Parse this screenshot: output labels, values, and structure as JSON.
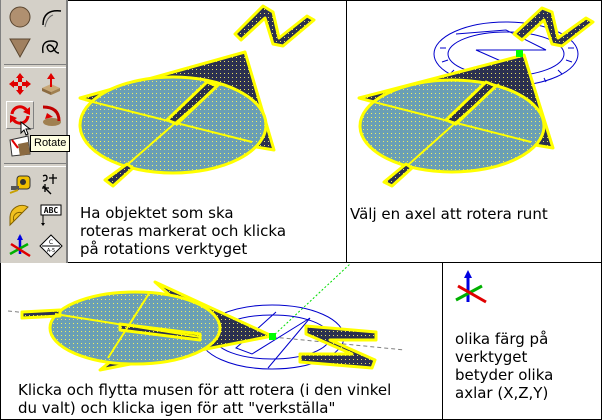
{
  "toolbar": {
    "tools": [
      {
        "name": "circle",
        "icon": "circle-icon"
      },
      {
        "name": "arc",
        "icon": "arc-icon"
      },
      {
        "name": "polygon",
        "icon": "polygon-icon"
      },
      {
        "name": "freehand",
        "icon": "freehand-icon"
      },
      {
        "name": "move",
        "icon": "move-icon"
      },
      {
        "name": "push-pull",
        "icon": "push-pull-icon"
      },
      {
        "name": "rotate",
        "icon": "rotate-icon",
        "active": true
      },
      {
        "name": "follow-me",
        "icon": "follow-me-icon"
      },
      {
        "name": "offset",
        "icon": "offset-icon"
      },
      {
        "name": "scale",
        "icon": "scale-icon"
      },
      {
        "name": "tape-measure",
        "icon": "tape-measure-icon"
      },
      {
        "name": "dimension",
        "icon": "dimension-icon"
      },
      {
        "name": "protractor",
        "icon": "protractor-icon"
      },
      {
        "name": "text",
        "icon": "text-icon",
        "label": "ABC"
      },
      {
        "name": "axes",
        "icon": "axes-icon"
      },
      {
        "name": "3d-text",
        "icon": "3d-text-icon",
        "label_top": "C",
        "label_bottom": "A-5"
      }
    ],
    "tooltip": "Rotate"
  },
  "panels": {
    "step1": {
      "caption": "Ha objektet som ska\nroteras markerat och klicka\npå rotations verktyget"
    },
    "step2": {
      "caption": "Välj en axel att rotera runt"
    },
    "step3": {
      "caption": "Klicka och flytta musen för att rotera (i den vinkel\ndu valt) och klicka igen för att \"verkställa\""
    },
    "note": {
      "caption": "olika färg på\nverktyget\nbetyder olika\naxlar (X,Z,Y)"
    }
  },
  "colors": {
    "selection_yellow": "#ffff00",
    "shape_dark": "#2b3050",
    "ellipse_fill": "#6a9fb5",
    "protractor_blue": "#0000cc",
    "axis_green": "#00ff00",
    "inference_gray": "#808080",
    "toolbar_bg": "#d4d0c8",
    "tooltip_bg": "#ffffe1"
  }
}
